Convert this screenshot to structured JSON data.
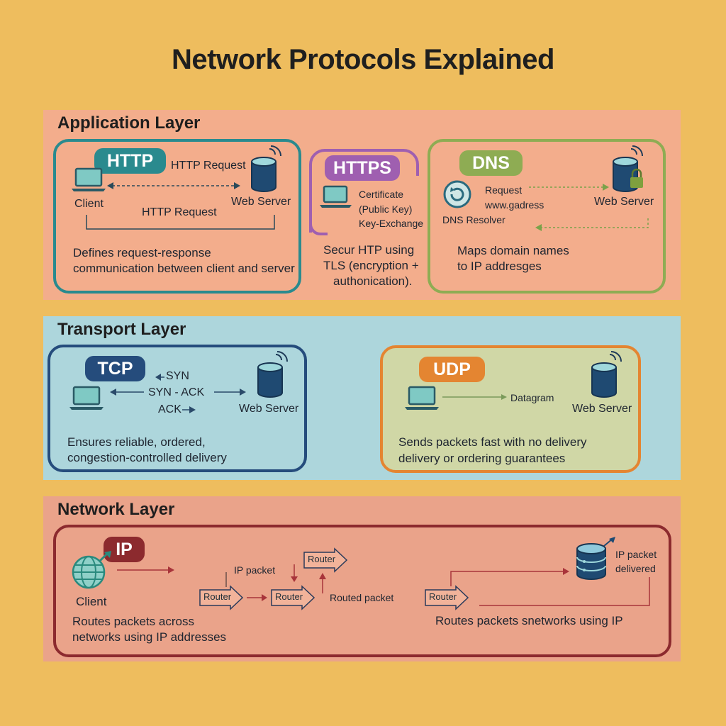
{
  "title": "Network Protocols Explained",
  "colors": {
    "background": "#eebd5e",
    "app_band": "#f3ad8c",
    "transport_band": "#add6dc",
    "network_band": "#eaa38a",
    "http": "#2a8a8e",
    "https": "#9f5fb0",
    "dns": "#8eac53",
    "tcp": "#254c7c",
    "udp": "#e48531",
    "ip": "#8c2a2e"
  },
  "application": {
    "title": "Application Layer",
    "http": {
      "label": "HTTP",
      "request_top": "HTTP Request",
      "client": "Client",
      "server": "Web Server",
      "request_bottom": "HTTP Request",
      "desc_1": "Defines request-response",
      "desc_2": "communication between client and server"
    },
    "https": {
      "label": "HTTPS",
      "cert_1": "Certificate",
      "cert_2": "(Public Key)",
      "cert_3": "Key-Exchange",
      "desc_1": "Secur HTP using",
      "desc_2": "TLS (encryption +",
      "desc_3": "authonication)."
    },
    "dns": {
      "label": "DNS",
      "request": "Request",
      "domain": "www.gadress",
      "server": "Web Server",
      "resolver": "DNS Resolver",
      "desc_1": "Maps domain names",
      "desc_2": "to IP addresges"
    }
  },
  "transport": {
    "title": "Transport Layer",
    "tcp": {
      "label": "TCP",
      "syn": "SYN",
      "synack": "SYN - ACK",
      "ack": "ACK",
      "server": "Web Server",
      "desc_1": "Ensures reliable, ordered,",
      "desc_2": "congestion-controlled delivery"
    },
    "udp": {
      "label": "UDP",
      "datagram": "Datagram",
      "server": "Web Server",
      "desc_1": "Sends packets fast with no delivery",
      "desc_2": "delivery or ordering guarantees"
    }
  },
  "network": {
    "title": "Network Layer",
    "ip": {
      "label": "IP",
      "client": "Client",
      "ip_packet": "IP packet",
      "router_1": "Router",
      "router_2": "Router",
      "router_3": "Router",
      "router_4": "Router",
      "routed_packet": "Routed packet",
      "delivered_1": "IP packet",
      "delivered_2": "delivered",
      "desc_left_1": "Routes packets across",
      "desc_left_2": "networks using IP addresses",
      "desc_right": "Routes packets snetworks using IP"
    }
  }
}
